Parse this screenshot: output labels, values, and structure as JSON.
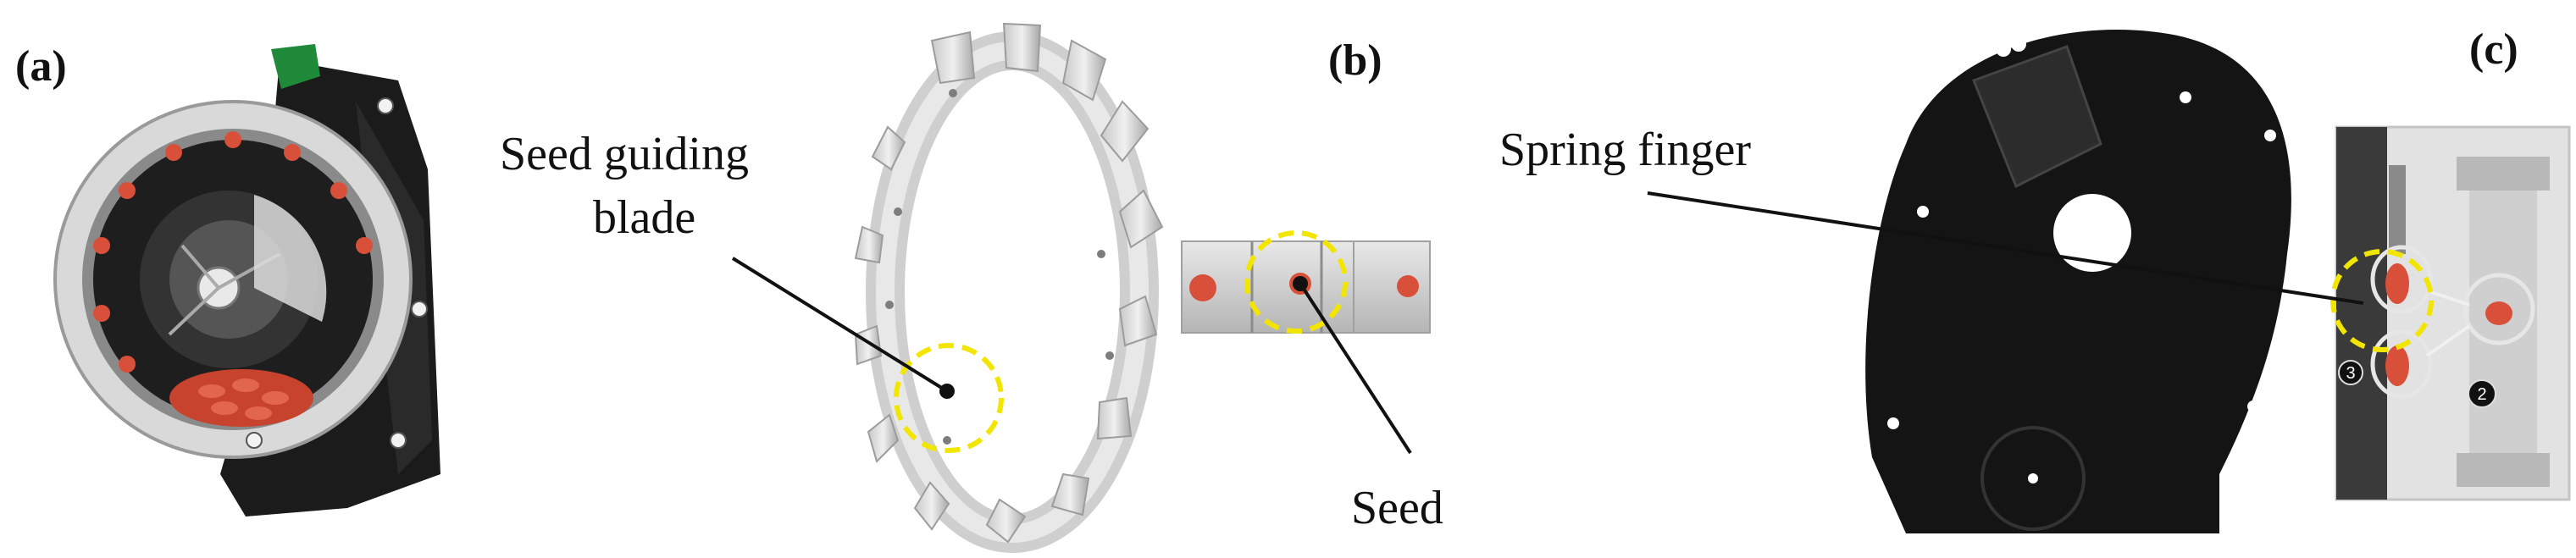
{
  "panels": [
    {
      "label": "(a)"
    },
    {
      "label": "(b)",
      "annotations": {
        "blade": [
          "Seed guiding",
          "blade"
        ],
        "seed": "Seed"
      }
    },
    {
      "label": "(c)",
      "annotations": {
        "finger": "Spring finger"
      },
      "inset_numbers": [
        "3",
        "2"
      ]
    }
  ],
  "colors": {
    "highlight_circle": "#f2e600",
    "seed": "#d8503a",
    "metal_dark": "#161616",
    "metal_light": "#d8d8d8"
  }
}
